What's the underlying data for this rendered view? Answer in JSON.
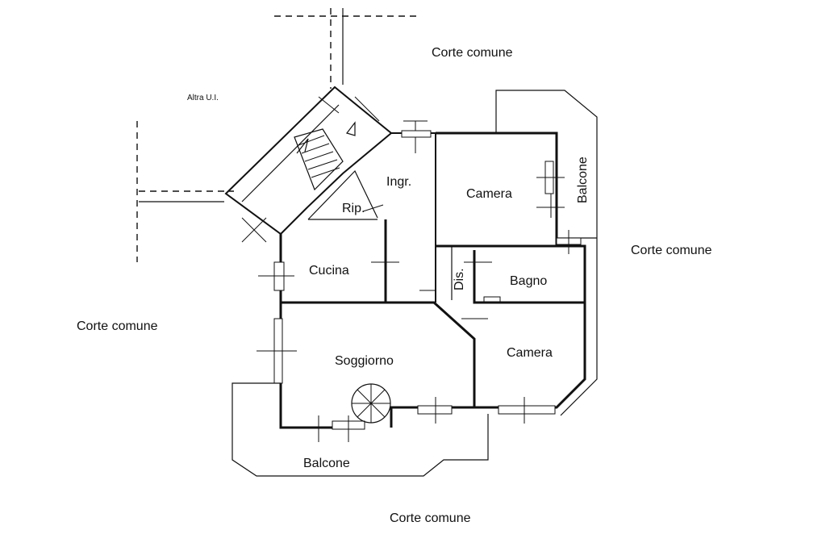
{
  "labels": {
    "corte_top": "Corte comune",
    "corte_right": "Corte comune",
    "corte_left": "Corte comune",
    "corte_bottom": "Corte comune",
    "altra_ui": "Altra U.I.",
    "ingresso": "Ingr.",
    "ripostiglio": "Rip.",
    "camera_top": "Camera",
    "balcone_right": "Balcone",
    "cucina": "Cucina",
    "disimpegno": "Dis.",
    "bagno": "Bagno",
    "soggiorno": "Soggiorno",
    "camera_bottom": "Camera",
    "balcone_bottom": "Balcone"
  },
  "icons": {
    "stair": "staircase-icon",
    "spiral": "spiral-staircase-icon"
  }
}
